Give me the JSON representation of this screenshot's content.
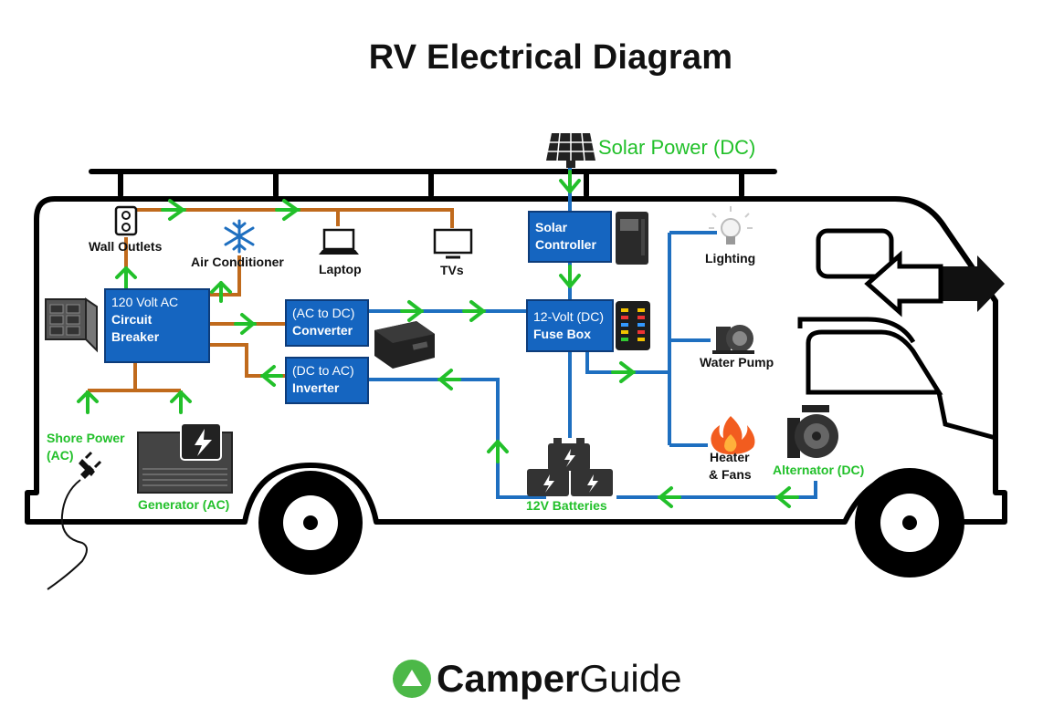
{
  "title": "RV Electrical Diagram",
  "solar_label": "Solar Power (DC)",
  "boxes": {
    "circuit_breaker": {
      "line1": "120 Volt AC",
      "line2": "Circuit",
      "line3": "Breaker"
    },
    "converter": {
      "line1": "(AC to DC)",
      "line2": "Converter"
    },
    "inverter": {
      "line1": "(DC to AC)",
      "line2": "Inverter"
    },
    "solar_controller": {
      "line1": "Solar",
      "line2": "Controller"
    },
    "fuse_box": {
      "line1": "12-Volt (DC)",
      "line2": "Fuse Box"
    }
  },
  "labels": {
    "wall_outlets": "Wall Outlets",
    "air_conditioner": "Air Conditioner",
    "laptop": "Laptop",
    "tvs": "TVs",
    "lighting": "Lighting",
    "water_pump": "Water Pump",
    "heater_line1": "Heater",
    "heater_line2": "& Fans",
    "batteries": "12V Batteries",
    "alternator": "Alternator (DC)",
    "shore_power_line1": "Shore Power",
    "shore_power_line2": "(AC)",
    "generator": "Generator (AC)"
  },
  "brand": {
    "word1": "Camper",
    "word2": "Guide"
  },
  "colors": {
    "ac_wire": "#c06a1c",
    "dc_wire": "#1e6fc0",
    "flow_arrow": "#22c02a",
    "box_fill": "#1565c0",
    "brand_green": "#4cb848"
  },
  "icons": [
    "solar-panel-icon",
    "outlet-icon",
    "snowflake-icon",
    "laptop-icon",
    "tv-icon",
    "bulb-icon",
    "water-pump-icon",
    "flame-icon",
    "alternator-icon",
    "battery-icon",
    "breaker-panel-icon",
    "generator-icon",
    "plug-icon",
    "converter-device-icon",
    "solar-controller-device-icon",
    "fuse-block-icon",
    "mirror-arrow-icon"
  ]
}
